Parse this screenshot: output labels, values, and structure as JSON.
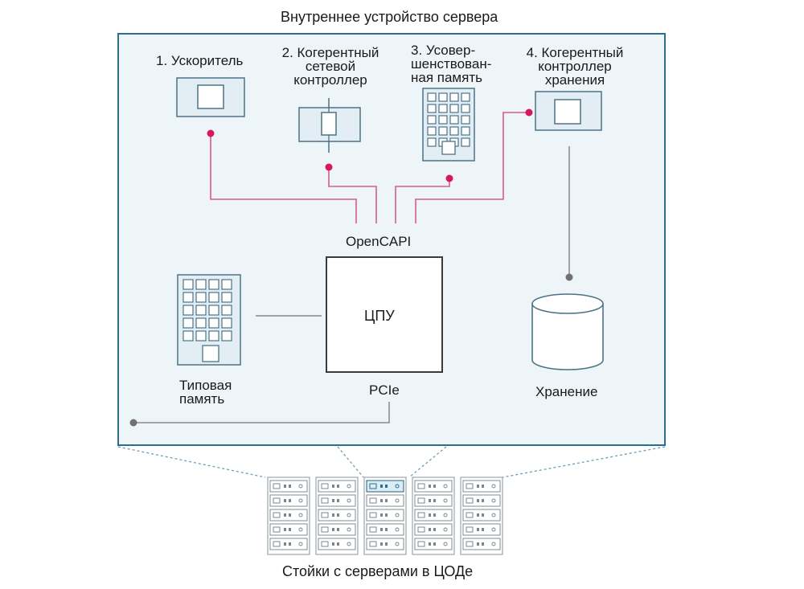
{
  "title": "Внутреннее устройство сервера",
  "components": {
    "accelerator": "1. Ускоритель",
    "network_controller": "2. Когерентный\nсетевой\nконтроллер",
    "advanced_memory": "3. Усовер-\nшенствован-\nная память",
    "storage_controller": "4. Когерентный\nконтроллер\nхранения"
  },
  "opencapi": "OpenCAPI",
  "cpu": "ЦПУ",
  "pcie": "PCIe",
  "standard_memory": "Типовая\nпамять",
  "storage": "Хранение",
  "racks_caption": "Стойки с серверами в ЦОДе",
  "colors": {
    "frame_border": "#2d6e8c",
    "frame_fill": "#eef5f8",
    "opencapi_link": "#d65c8a",
    "link_dot": "#d8185e",
    "grey_link": "#8a8a8a",
    "component_stroke": "#4c7386",
    "component_fill": "#e2eef4"
  }
}
